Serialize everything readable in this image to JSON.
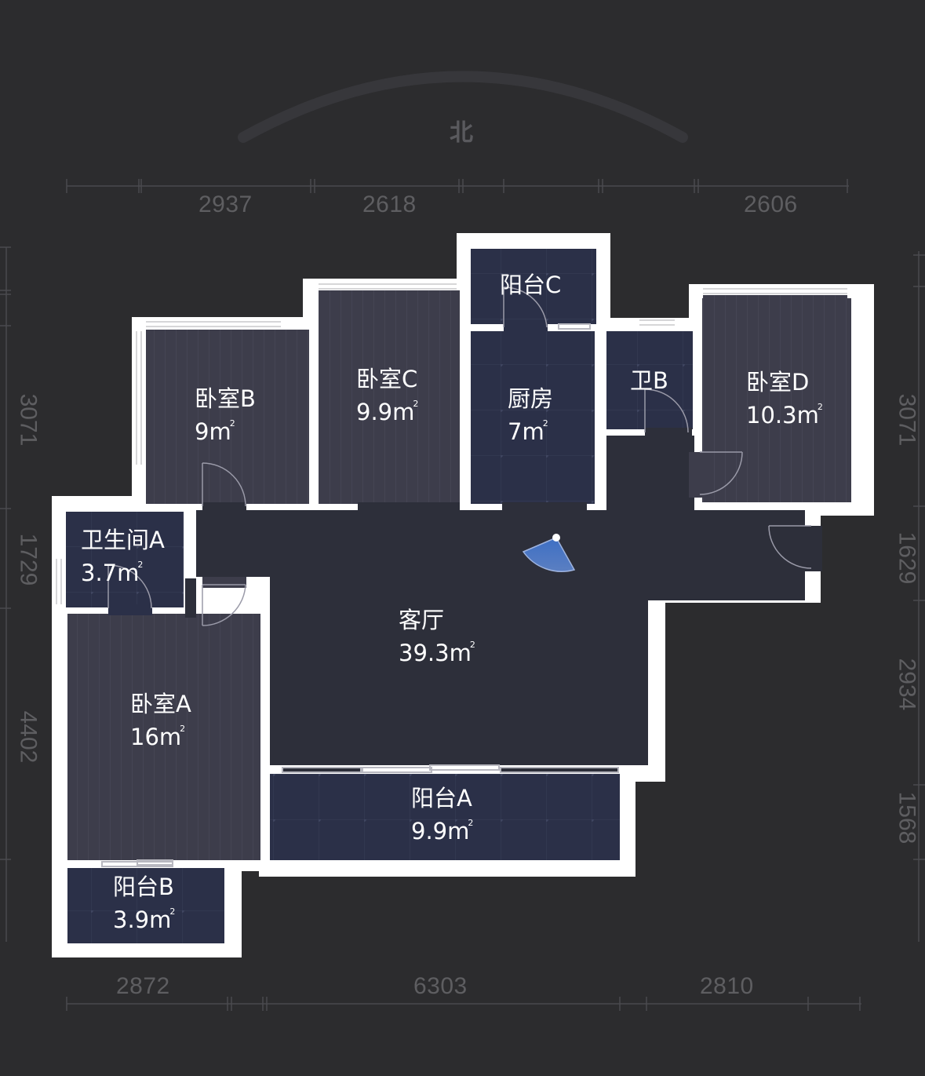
{
  "compass": {
    "label": "北"
  },
  "dimensions": {
    "top": [
      "2937",
      "2618",
      "2606"
    ],
    "bottom": [
      "2872",
      "6303",
      "2810"
    ],
    "left": [
      "3071",
      "1729",
      "4402"
    ],
    "right": [
      "3071",
      "1629",
      "2934",
      "1568"
    ]
  },
  "rooms": {
    "bedroom_b": {
      "name": "卧室B",
      "area": "9m",
      "unit_sup": "2"
    },
    "bedroom_c": {
      "name": "卧室C",
      "area": "9.9m",
      "unit_sup": "2"
    },
    "balcony_c": {
      "name": "阳台C",
      "area": ""
    },
    "kitchen": {
      "name": "厨房",
      "area": "7m",
      "unit_sup": "2"
    },
    "bath_b": {
      "name": "卫B",
      "area": ""
    },
    "bedroom_d": {
      "name": "卧室D",
      "area": "10.3m",
      "unit_sup": "2"
    },
    "bath_a": {
      "name": "卫生间A",
      "area": "3.7m",
      "unit_sup": "2"
    },
    "living": {
      "name": "客厅",
      "area": "39.3m",
      "unit_sup": "2"
    },
    "bedroom_a": {
      "name": "卧室A",
      "area": "16m",
      "unit_sup": "2"
    },
    "balcony_a": {
      "name": "阳台A",
      "area": "9.9m",
      "unit_sup": "2"
    },
    "balcony_b": {
      "name": "阳台B",
      "area": "3.9m",
      "unit_sup": "2"
    }
  },
  "colors": {
    "background": "#2c2c2e",
    "wall": "#ffffff",
    "wood_floor": "#3d3d4b",
    "tile_floor": "#2b3048",
    "living_floor": "#2d2f3a",
    "viewpoint": "#4a6fb0"
  }
}
